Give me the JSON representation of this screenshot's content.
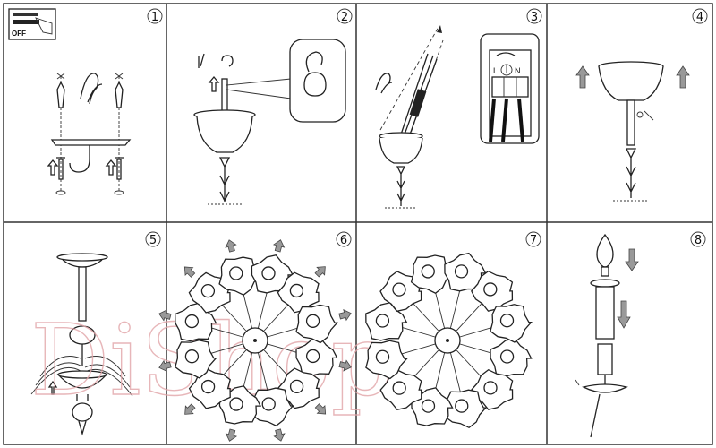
{
  "panels": [
    {
      "number": "1",
      "switch_label": "OFF"
    },
    {
      "number": "2"
    },
    {
      "number": "3",
      "terminal_labels": [
        "L",
        "N"
      ]
    },
    {
      "number": "4"
    },
    {
      "number": "5"
    },
    {
      "number": "6"
    },
    {
      "number": "7"
    },
    {
      "number": "8"
    }
  ],
  "watermark": "DiShop",
  "colors": {
    "line": "#222222",
    "arrow": "#999999",
    "watermark": "#e2a5a8"
  }
}
